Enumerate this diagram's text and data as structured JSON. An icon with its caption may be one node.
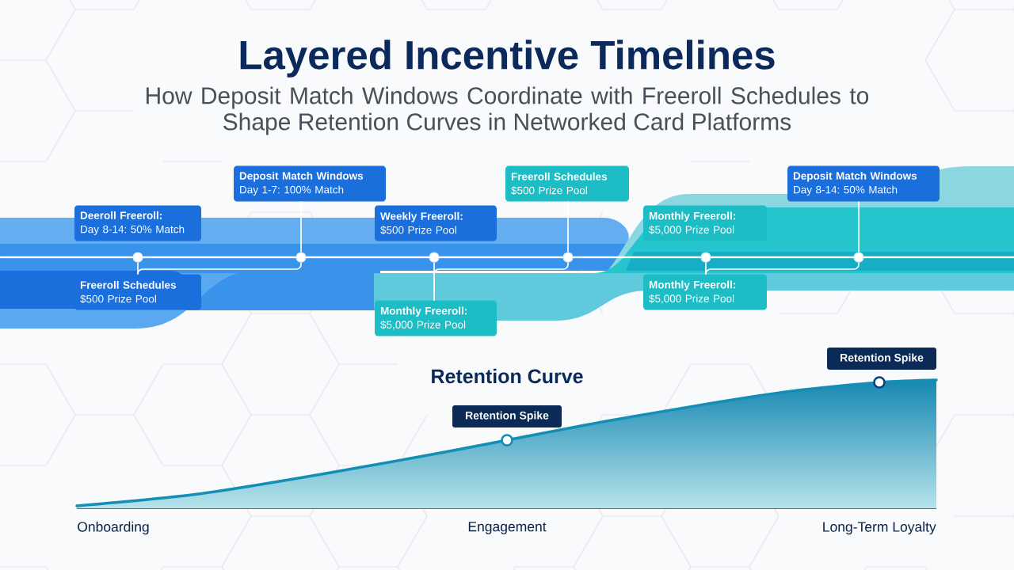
{
  "diagram": {
    "title": "Layered Incentive Timelines",
    "nodes": [
      {
        "text": [
          "Deeroll Freeroll:",
          "Day 8-14: 50% Match"
        ]
      },
      {
        "text": [
          "Freeroll Schedules",
          "$500 Prize Pool"
        ]
      },
      {
        "text": [
          "Deposit Match Windows",
          "Day 1-7: 100% Match"
        ]
      },
      {
        "text": [
          "Weekly Freeroll:",
          "$500 Prize Pool"
        ]
      },
      {
        "text": [
          "Monthly Freeroll:",
          "$5,000 Prize Pool"
        ]
      },
      {
        "text": [
          "Freeroll Schedules",
          "$500 Prize Pool"
        ]
      },
      {
        "text": [
          "Monthly Freeroll:",
          "$5,000 Prize Pool"
        ]
      },
      {
        "text": [
          "Monthly Freeroll:",
          "$5,000 Prize Pool"
        ]
      },
      {
        "text": [
          "Deposit Match Windows",
          "Day 8-14: 50% Match"
        ]
      },
      {
        "text": [],
        "shape": "circle"
      },
      {
        "text": [],
        "shape": "circle"
      },
      {
        "text": [],
        "shape": "circle"
      },
      {
        "text": [],
        "shape": "circle"
      },
      {
        "text": [],
        "shape": "circle"
      },
      {
        "text": [],
        "shape": "circle"
      },
      {
        "text": [
          "Retention Spike"
        ]
      },
      {
        "text": [
          "Retention Spike"
        ]
      }
    ],
    "edges": [
      {
        "from": 1,
        "to": 9,
        "arrow": "none"
      },
      {
        "from": 1,
        "to": 10,
        "arrow": "none"
      },
      {
        "from": 2,
        "to": 10,
        "arrow": "none"
      },
      {
        "from": 4,
        "to": 11,
        "arrow": "none"
      },
      {
        "from": 4,
        "to": 12,
        "arrow": "none"
      },
      {
        "from": 5,
        "to": 12,
        "arrow": "none"
      },
      {
        "from": 7,
        "to": 13,
        "arrow": "none"
      },
      {
        "from": 7,
        "to": 14,
        "arrow": "none"
      },
      {
        "from": 8,
        "to": 14,
        "arrow": "none"
      }
    ],
    "labels": [
      "How Deposit Match Windows Coordinate with Freeroll Schedules to Shape Retention Curves in Networked Card Platforms",
      "Retention Curve",
      "Onboarding",
      "Engagement",
      "Long-Term Loyalty"
    ]
  }
}
